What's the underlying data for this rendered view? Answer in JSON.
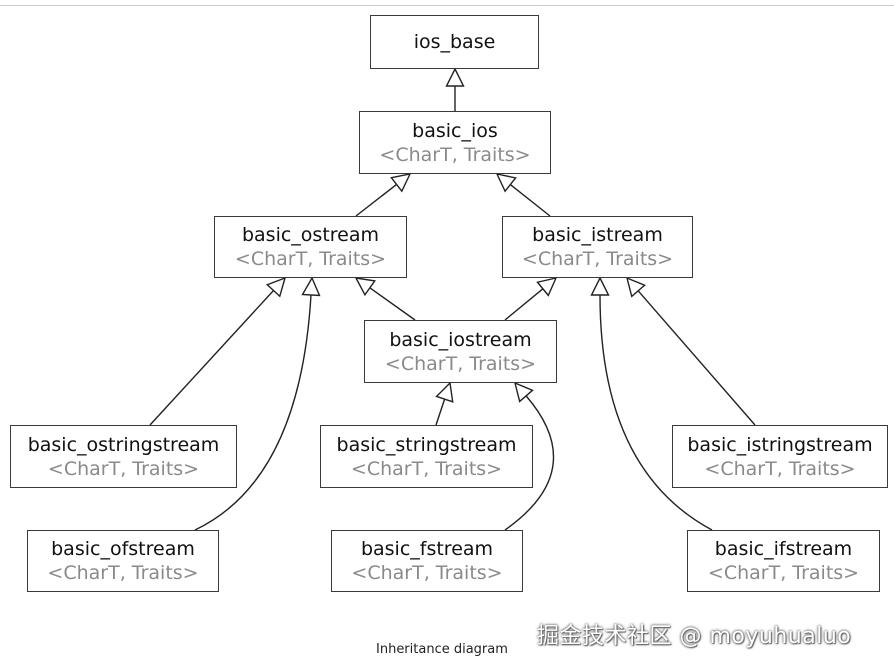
{
  "nodes": [
    {
      "id": "ios_base",
      "name": "ios_base",
      "template": ""
    },
    {
      "id": "basic_ios",
      "name": "basic_ios",
      "template": "<CharT, Traits>"
    },
    {
      "id": "basic_ostream",
      "name": "basic_ostream",
      "template": "<CharT, Traits>"
    },
    {
      "id": "basic_istream",
      "name": "basic_istream",
      "template": "<CharT, Traits>"
    },
    {
      "id": "basic_iostream",
      "name": "basic_iostream",
      "template": "<CharT, Traits>"
    },
    {
      "id": "basic_ostringstream",
      "name": "basic_ostringstream",
      "template": "<CharT, Traits>"
    },
    {
      "id": "basic_stringstream",
      "name": "basic_stringstream",
      "template": "<CharT, Traits>"
    },
    {
      "id": "basic_istringstream",
      "name": "basic_istringstream",
      "template": "<CharT, Traits>"
    },
    {
      "id": "basic_ofstream",
      "name": "basic_ofstream",
      "template": "<CharT, Traits>"
    },
    {
      "id": "basic_fstream",
      "name": "basic_fstream",
      "template": "<CharT, Traits>"
    },
    {
      "id": "basic_ifstream",
      "name": "basic_ifstream",
      "template": "<CharT, Traits>"
    }
  ],
  "edges": [
    {
      "from": "basic_ios",
      "to": "ios_base"
    },
    {
      "from": "basic_ostream",
      "to": "basic_ios"
    },
    {
      "from": "basic_istream",
      "to": "basic_ios"
    },
    {
      "from": "basic_iostream",
      "to": "basic_ostream"
    },
    {
      "from": "basic_iostream",
      "to": "basic_istream"
    },
    {
      "from": "basic_ostringstream",
      "to": "basic_ostream"
    },
    {
      "from": "basic_ofstream",
      "to": "basic_ostream"
    },
    {
      "from": "basic_stringstream",
      "to": "basic_iostream"
    },
    {
      "from": "basic_fstream",
      "to": "basic_iostream"
    },
    {
      "from": "basic_istringstream",
      "to": "basic_istream"
    },
    {
      "from": "basic_ifstream",
      "to": "basic_istream"
    }
  ],
  "caption": "Inheritance diagram",
  "watermark": "掘金技术社区 @ moyuhualuo",
  "colors": {
    "border": "#3a3a3a",
    "name_text": "#111111",
    "template_text": "#8a8a8a"
  }
}
